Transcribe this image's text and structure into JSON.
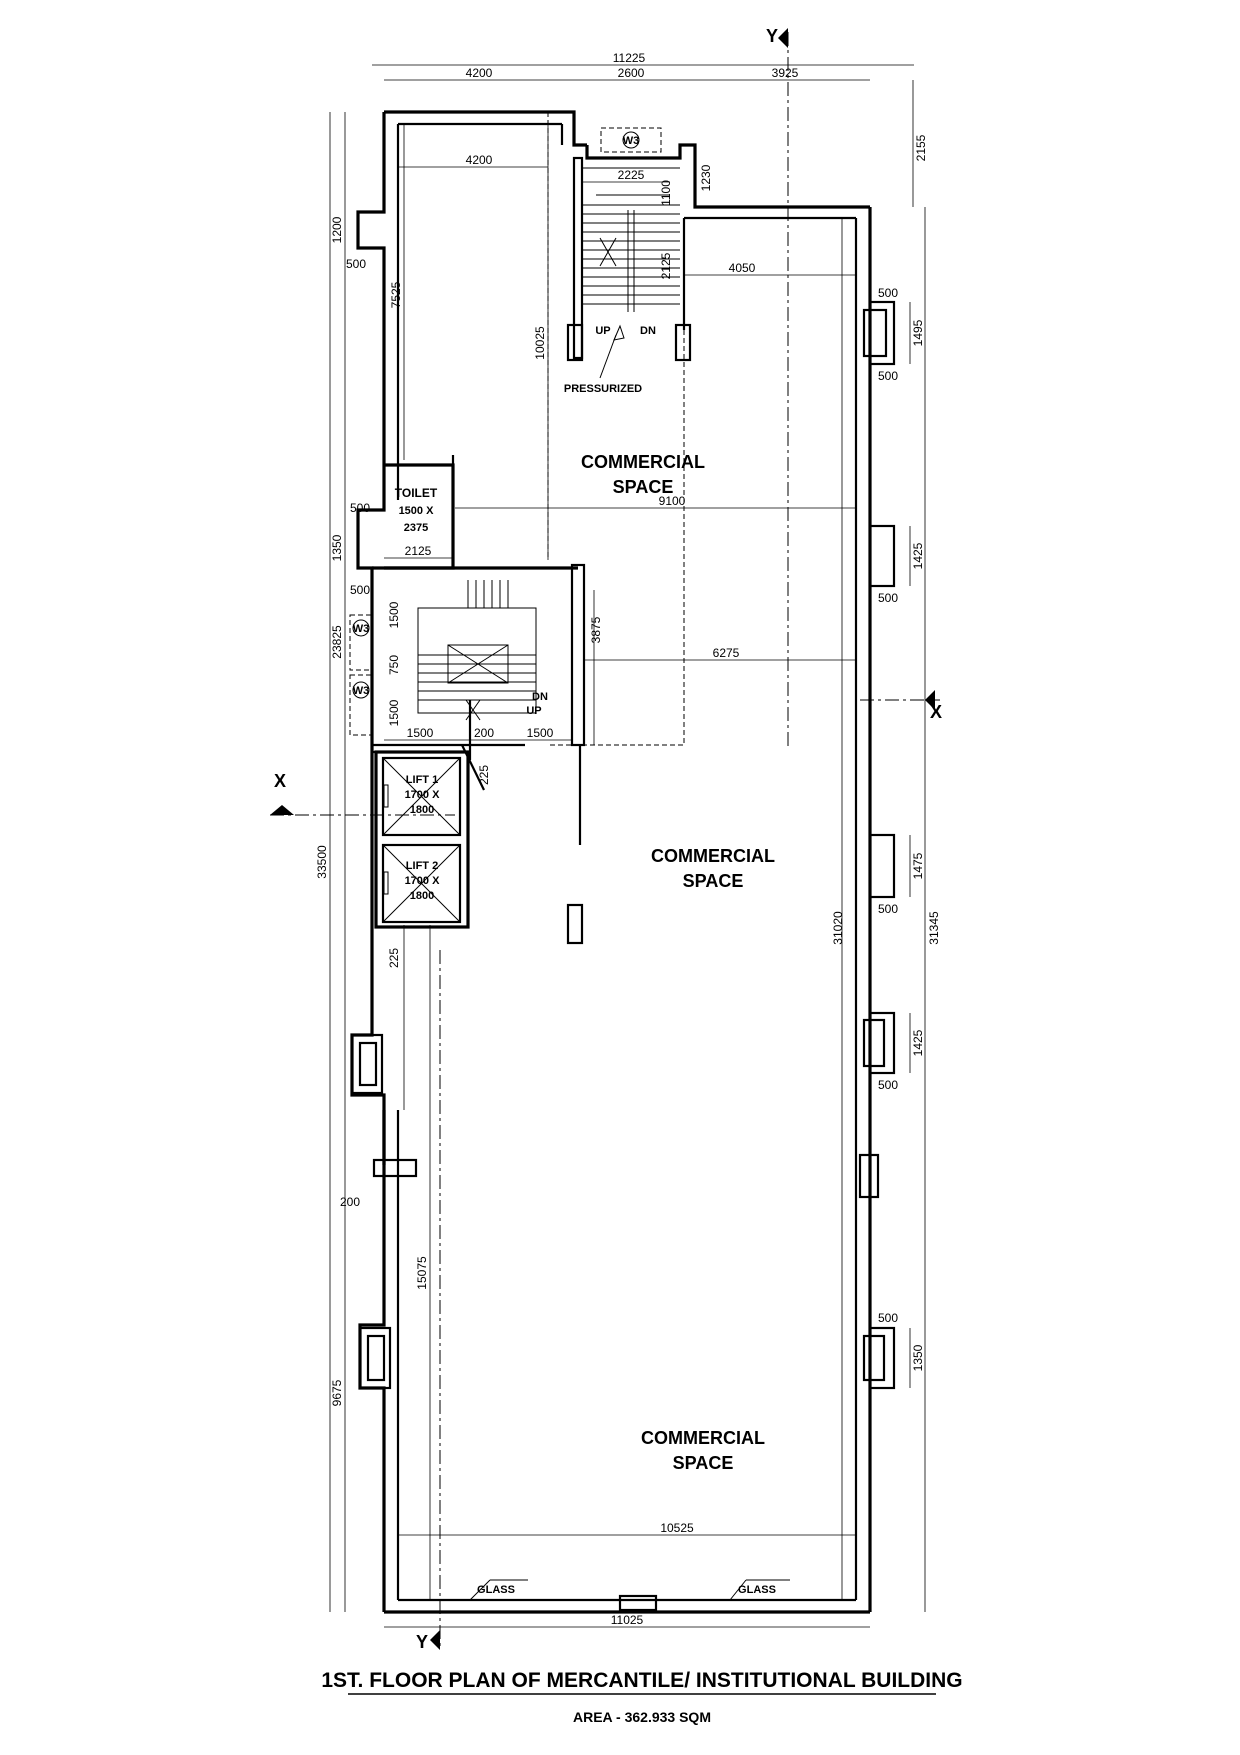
{
  "title": "1ST. FLOOR PLAN OF MERCANTILE/ INSTITUTIONAL BUILDING",
  "area": "AREA - 362.933 SQM",
  "rooms": {
    "commercial_1": [
      "COMMERCIAL",
      "SPACE"
    ],
    "commercial_2": [
      "COMMERCIAL",
      "SPACE"
    ],
    "commercial_3": [
      "COMMERCIAL",
      "SPACE"
    ],
    "toilet": [
      "TOILET",
      "1500 X",
      "2375"
    ],
    "lift1": [
      "LIFT 1",
      "1700 X",
      "1800"
    ],
    "lift2": [
      "LIFT 2",
      "1700 X",
      "1800"
    ]
  },
  "labels": {
    "pressurized": "PRESSURIZED",
    "up": "UP",
    "dn": "DN",
    "glass": "GLASS",
    "w3": "W3"
  },
  "axis": {
    "x": "X",
    "y": "Y"
  },
  "dims": {
    "overall_top": "11225",
    "top_a": "4200",
    "top_b": "2600",
    "top_c": "3925",
    "right_top": "2155",
    "inner_4200": "4200",
    "stair_2225": "2225",
    "stair_1100": "1100",
    "stair_1230": "1230",
    "stair_2125": "2125",
    "w_4050": "4050",
    "left_1200": "1200",
    "left_500a": "500",
    "left_7525": "7525",
    "mid_10025": "10025",
    "w_9100": "9100",
    "left_500b": "500",
    "left_1350": "1350",
    "toilet_2125": "2125",
    "left_500c": "500",
    "stair_1500a": "1500",
    "stair_750": "750",
    "stair_1500b": "1500",
    "stair_3875": "3875",
    "w_6275": "6275",
    "bot_1500a": "1500",
    "bot_200": "200",
    "bot_1500b": "1500",
    "lift_225": "225",
    "left_23825": "23825",
    "left_33500": "33500",
    "left_225": "225",
    "left_200": "200",
    "left_15075": "15075",
    "left_9675": "9675",
    "w_31020": "31020",
    "right_31345": "31345",
    "r_500a": "500",
    "r_1495": "1495",
    "r_500b": "500",
    "r_1425a": "1425",
    "r_500c": "500",
    "r_1475": "1475",
    "r_500d": "500",
    "r_1425b": "1425",
    "r_500e": "500",
    "r_500f": "500",
    "r_1350": "1350",
    "w_10525": "10525",
    "bottom_11025": "11025"
  }
}
